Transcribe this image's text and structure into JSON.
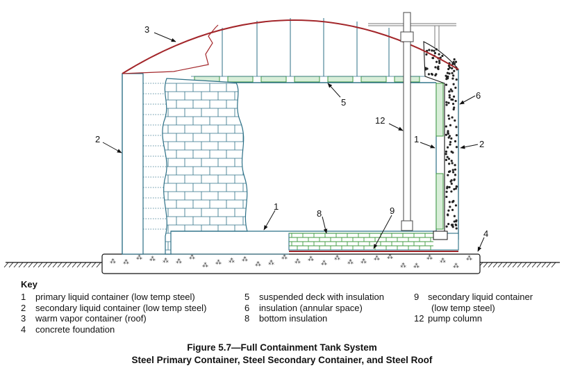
{
  "callouts": [
    {
      "id": "c3",
      "text": "3"
    },
    {
      "id": "c2l",
      "text": "2"
    },
    {
      "id": "c5",
      "text": "5"
    },
    {
      "id": "c6",
      "text": "6"
    },
    {
      "id": "c12",
      "text": "12"
    },
    {
      "id": "c1r",
      "text": "1"
    },
    {
      "id": "c2r",
      "text": "2"
    },
    {
      "id": "c1b",
      "text": "1"
    },
    {
      "id": "c8",
      "text": "8"
    },
    {
      "id": "c9",
      "text": "9"
    },
    {
      "id": "c4",
      "text": "4"
    }
  ],
  "key": {
    "title": "Key",
    "col1": [
      {
        "num": "1",
        "text": "primary liquid container (low temp steel)"
      },
      {
        "num": "2",
        "text": "secondary liquid container (low temp steel)"
      },
      {
        "num": "3",
        "text": "warm vapor container (roof)"
      },
      {
        "num": "4",
        "text": "concrete foundation"
      }
    ],
    "col2": [
      {
        "num": "5",
        "text": "suspended deck with insulation"
      },
      {
        "num": "6",
        "text": "insulation (annular space)"
      },
      {
        "num": "8",
        "text": "bottom insulation"
      }
    ],
    "col3": [
      {
        "num": "9",
        "text": "secondary liquid container",
        "cont": "(low temp steel)"
      },
      {
        "num": "12",
        "text": "pump column"
      }
    ]
  },
  "caption": {
    "line1": "Figure  5.7—Full Containment Tank System",
    "line2": "Steel Primary Container, Steel Secondary Container, and Steel Roof"
  },
  "colors": {
    "roof": "#a3262a",
    "steel": "#2b6f86",
    "insulation": "#3f9a3f",
    "ink": "#111111"
  }
}
